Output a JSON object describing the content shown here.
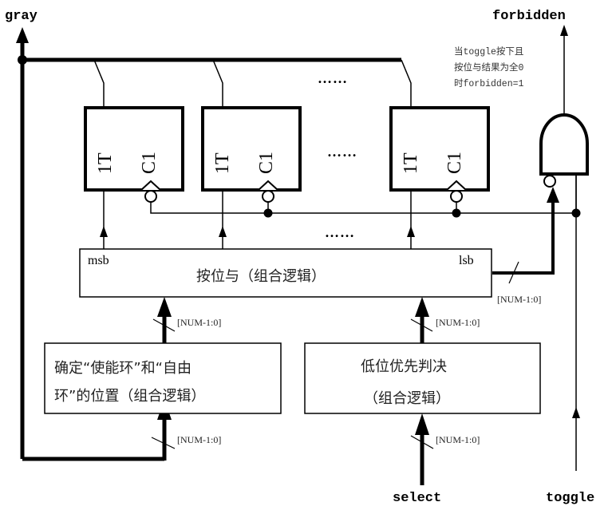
{
  "signals": {
    "gray": "gray",
    "forbidden": "forbidden",
    "select": "select",
    "toggle": "toggle"
  },
  "note": {
    "lines": [
      "当toggle按下且",
      "按位与结果为全0",
      "时forbidden=1"
    ]
  },
  "flipflops": [
    {
      "d_label": "1T",
      "clk_label": "C1"
    },
    {
      "d_label": "1T",
      "clk_label": "C1"
    },
    {
      "d_label": "1T",
      "clk_label": "C1"
    }
  ],
  "ellipsis": "……",
  "and_block": {
    "title": "按位与（组合逻辑）",
    "msb": "msb",
    "lsb": "lsb"
  },
  "position_block": {
    "line1": "确定“使能环”和“自由",
    "line2": "环”的位置（组合逻辑）"
  },
  "priority_block": {
    "line1": "低位优先判决",
    "line2": "（组合逻辑）"
  },
  "bus_width_label": "[NUM-1:0]"
}
